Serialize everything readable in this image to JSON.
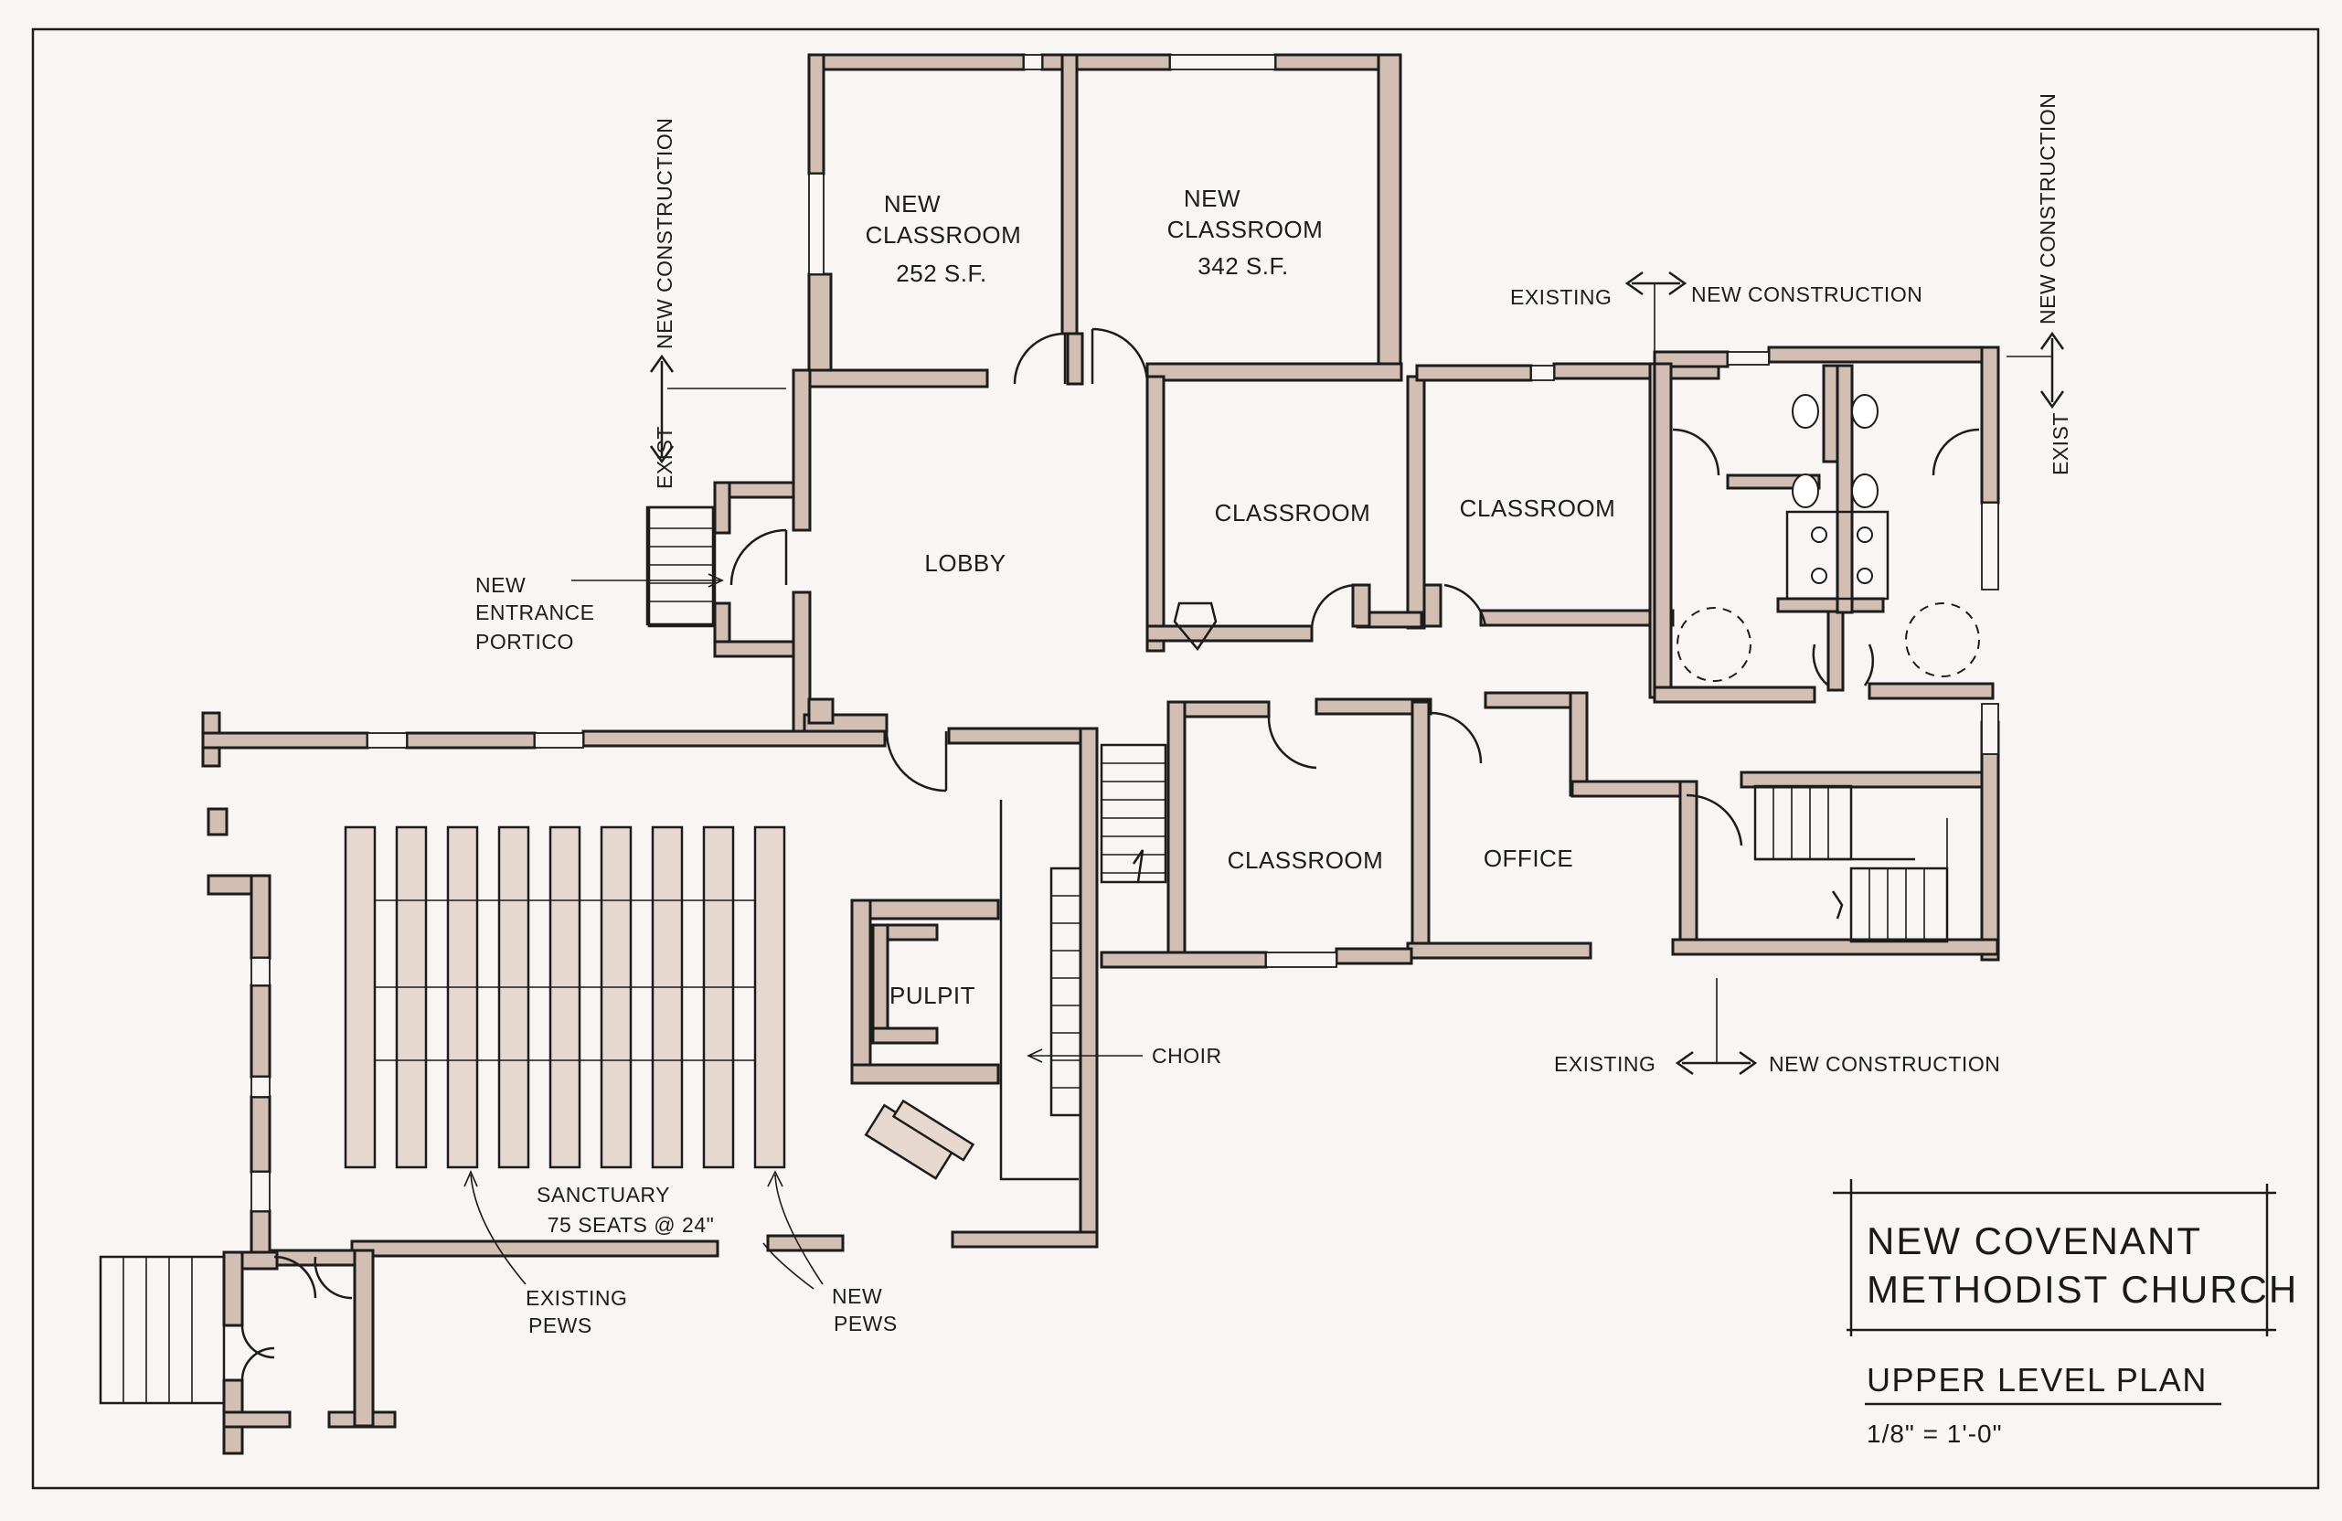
{
  "rooms": {
    "new_classroom_1": {
      "line1": "NEW",
      "line2": "CLASSROOM",
      "area": "252 S.F."
    },
    "new_classroom_2": {
      "line1": "NEW",
      "line2": "CLASSROOM",
      "area": "342 S.F."
    },
    "lobby": "LOBBY",
    "classroom_a": "CLASSROOM",
    "classroom_b": "CLASSROOM",
    "classroom_c": "CLASSROOM",
    "office": "OFFICE",
    "pulpit": "PULPIT",
    "sanctuary": {
      "line1": "SANCTUARY",
      "line2": "75 SEATS @ 24\""
    }
  },
  "callouts": {
    "portico": {
      "line1": "NEW",
      "line2": "ENTRANCE",
      "line3": "PORTICO"
    },
    "choir": "CHOIR",
    "existing_pews": {
      "line1": "EXISTING",
      "line2": "PEWS"
    },
    "new_pews": {
      "line1": "NEW",
      "line2": "PEWS"
    }
  },
  "boundary_markers": {
    "left": {
      "existing": "EXIST",
      "new": "NEW CONSTRUCTION"
    },
    "top_right": {
      "existing": "EXISTING",
      "new": "NEW CONSTRUCTION"
    },
    "far_right": {
      "existing": "EXIST",
      "new": "NEW CONSTRUCTION"
    },
    "bottom_right": {
      "existing": "EXISTING",
      "new": "NEW CONSTRUCTION"
    }
  },
  "title_block": {
    "line1": "NEW COVENANT",
    "line2": "METHODIST CHURCH",
    "subtitle": "UPPER LEVEL PLAN",
    "scale": "1/8\" = 1'-0\""
  }
}
